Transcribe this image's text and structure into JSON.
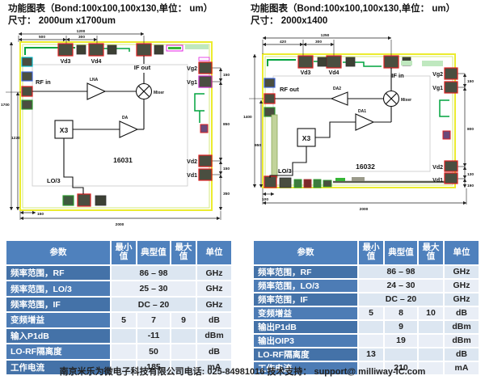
{
  "colors": {
    "table_header_blue": "#4f81bd",
    "table_param_blue": "#4472a8",
    "table_row_light": "#dce6f1",
    "chip_border_yellow": "#ecec2e",
    "trace_green": "#00a33e",
    "pad_outline_red": "#dd2222"
  },
  "left_panel": {
    "title1": "功能图表（Bond:100x100,100x130,单位： um）",
    "title2": "尺寸： 2000um x1700um",
    "chip": {
      "id": "16031",
      "pins": {
        "vd3": "Vd3",
        "vd4": "Vd4",
        "if": "IF out",
        "vg2": "Vg2",
        "vg1": "Vg1",
        "rf": "RF in",
        "vd2": "Vd2",
        "vd1": "Vd1",
        "lo": "LO/3"
      },
      "blocks": {
        "amp1": "LNA",
        "amp2": "DA",
        "mult": "X3",
        "mixer": "Mixer"
      },
      "dims": {
        "top_total": "1200",
        "top_seg1": "500",
        "top_seg2": "300",
        "height_total": "1700",
        "height_inner": "1220",
        "right1": "150",
        "right2": "850",
        "right3": "150",
        "right4": "350",
        "width_total": "2000",
        "bottom_offset": "150"
      }
    },
    "table": {
      "headers": [
        "参数",
        "最小值",
        "典型值",
        "最大值",
        "单位"
      ],
      "rows": [
        {
          "param": "频率范围，RF",
          "span": true,
          "typ": "86 – 98",
          "unit": "GHz"
        },
        {
          "param": "频率范围，LO/3",
          "span": true,
          "typ": "25 – 30",
          "unit": "GHz"
        },
        {
          "param": "频率范围，IF",
          "span": true,
          "typ": "DC – 20",
          "unit": "GHz"
        },
        {
          "param": "变频增益",
          "span": false,
          "min": "5",
          "typ": "7",
          "max": "9",
          "unit": "dB"
        },
        {
          "param": "输入P1dB",
          "span": false,
          "min": "",
          "typ": "-11",
          "max": "",
          "unit": "dBm"
        },
        {
          "param": "LO-RF隔离度",
          "span": false,
          "min": "",
          "typ": "50",
          "max": "",
          "unit": "dB"
        },
        {
          "param": "工作电流",
          "span": false,
          "min": "",
          "typ": "185",
          "max": "",
          "unit": "mA"
        }
      ]
    }
  },
  "right_panel": {
    "title1": "功能图表（Bond:100x100,100x130,单位： um）",
    "title2": "尺寸： 2000x1400",
    "chip": {
      "id": "16032",
      "pins": {
        "vd3": "Vd3",
        "vd4": "Vd4",
        "if": "IF in",
        "vg2": "Vg2",
        "vg1": "Vg1",
        "rf": "RF out",
        "vd2": "Vd2",
        "vd1": "Vd1",
        "lo": "LO/3"
      },
      "blocks": {
        "amp1": "DA2",
        "amp2": "DA1",
        "mult": "X3",
        "mixer": "Mixer"
      },
      "dims": {
        "top_total": "1250",
        "top_seg1": "420",
        "top_seg2": "300",
        "height_total": "1400",
        "height_inner": "950",
        "right1": "150",
        "right2": "800",
        "right3": "130",
        "right4": "190",
        "width_total": "2000",
        "bottom_offset": "100"
      }
    },
    "table": {
      "headers": [
        "参数",
        "最小值",
        "典型值",
        "最大值",
        "单位"
      ],
      "rows": [
        {
          "param": "频率范围，RF",
          "span": true,
          "typ": "86 – 98",
          "unit": "GHz"
        },
        {
          "param": "频率范围，LO/3",
          "span": true,
          "typ": "24 – 30",
          "unit": "GHz"
        },
        {
          "param": "频率范围，IF",
          "span": true,
          "typ": "DC – 20",
          "unit": "GHz"
        },
        {
          "param": "变频增益",
          "span": false,
          "min": "5",
          "typ": "8",
          "max": "10",
          "unit": "dB"
        },
        {
          "param": "输出P1dB",
          "span": false,
          "min": "",
          "typ": "9",
          "max": "",
          "unit": "dBm"
        },
        {
          "param": "输出OIP3",
          "span": false,
          "min": "",
          "typ": "19",
          "max": "",
          "unit": "dBm"
        },
        {
          "param": "LO-RF隔离度",
          "span": false,
          "min": "13",
          "typ": "",
          "max": "",
          "unit": "dB"
        },
        {
          "param": "工作电流",
          "span": false,
          "min": "",
          "typ": "210",
          "max": "",
          "unit": "mA"
        }
      ]
    }
  },
  "footer": {
    "text": "南京米乐为微电子科技有限公司电话: 025-84981016   技术支持： support@ milliway-IC.com"
  }
}
